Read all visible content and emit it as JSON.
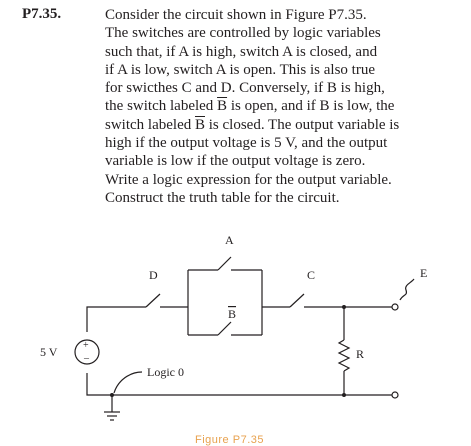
{
  "problem": {
    "number": "P7.35.",
    "lines": [
      "Consider the circuit shown in Figure P7.35.",
      "The switches are controlled by logic variables",
      "such that, if A is high, switch A is closed, and",
      "if A is low, switch A is open. This is also true",
      "for swicthes C and D. Conversely, if B is high,",
      "the switch labeled B is open, and if B is low, the",
      "switch labeled B is closed. The output variable is",
      "high if the output voltage is 5 V, and the output",
      "variable is low if the output voltage is zero.",
      "Write a logic expression for the output variable.",
      "Construct the truth table for the circuit."
    ]
  },
  "circuit": {
    "label_A": "A",
    "label_B": "B",
    "label_C": "C",
    "label_D": "D",
    "label_E": "E",
    "label_R": "R",
    "source_voltage": "5 V",
    "logic_label": "Logic 0",
    "plus": "+",
    "minus": "–"
  },
  "figure": {
    "caption": "Figure P7.35"
  }
}
